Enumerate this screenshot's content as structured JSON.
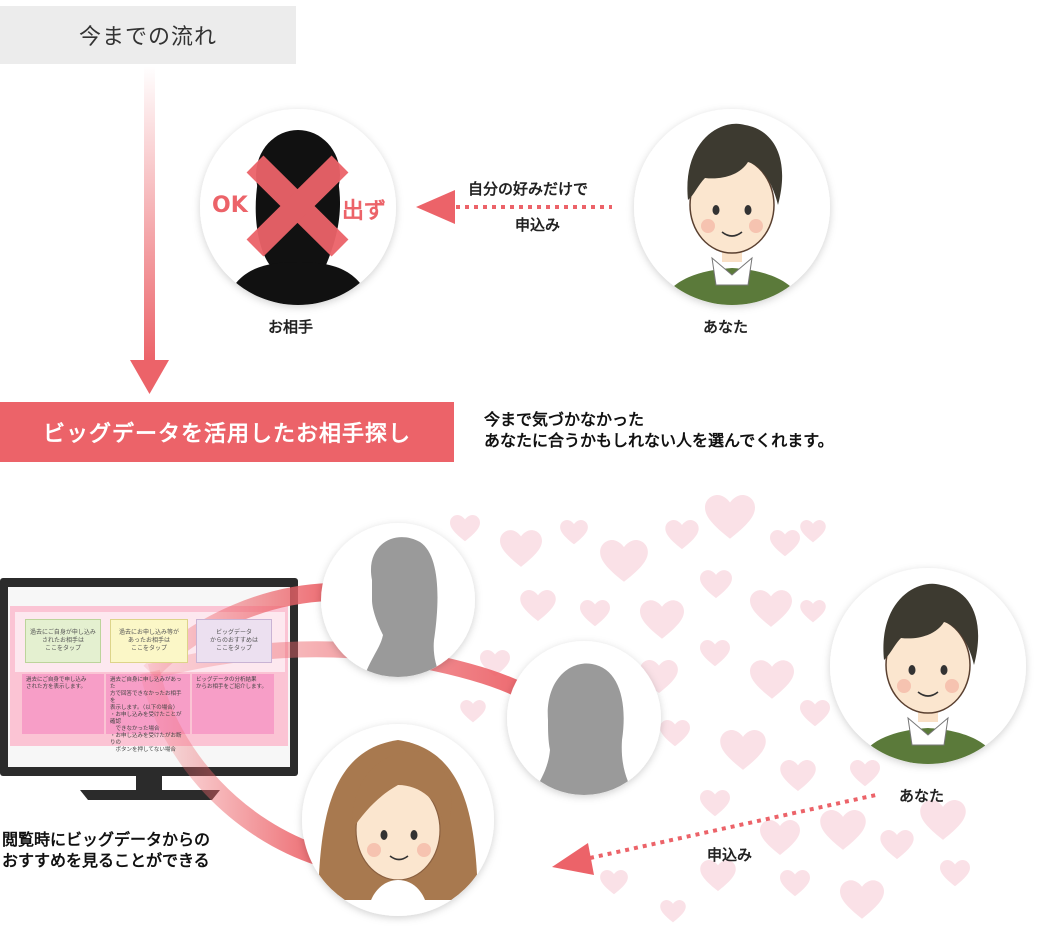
{
  "flow_label": "今までの流れ",
  "top": {
    "partner_label": "お相手",
    "ok_left": "OK",
    "ok_right": "出ず",
    "arrow_line1": "自分の好みだけで",
    "arrow_line2": "申込み",
    "you_label": "あなた"
  },
  "banner": "ビッグデータを活用したお相手探し",
  "description": {
    "line1": "今まで気づかなかった",
    "line2": "あなたに合うかもしれない人を選んでくれます。"
  },
  "bottom": {
    "viewing_line1": "閲覧時にビッグデータからの",
    "viewing_line2": "おすすめを見ることができる",
    "you_label": "あなた",
    "apply_label": "申込み"
  },
  "monitor": {
    "card1": [
      "過去にご自身が申し込み",
      "されたお相手は",
      "ここをタップ"
    ],
    "card2": [
      "過去にお申し込み等が",
      "あったお相手は",
      "ここをタップ"
    ],
    "card3": [
      "ビッグデータ",
      "からのおすすめは",
      "ここをタップ"
    ],
    "pink1": [
      "過去にご自身で申し込み",
      "された方を表示します。"
    ],
    "pink2": [
      "過去ご自身に申し込みがあった",
      "方で回答できなかったお相手を",
      "表示します。（以下の場合）",
      "・お申し込みを受けたことが確認",
      "　できなかった場合",
      "・お申し込みを受けたがお断りの",
      "　ボタンを押してない場合"
    ],
    "pink3": [
      "ビッグデータの分析結果",
      "からお相手をご紹介します。"
    ]
  },
  "colors": {
    "accent": "#ec6369",
    "label_bg": "#ececec",
    "card_green": "#e4f0d0",
    "card_yellow": "#fbf7c7",
    "card_purple": "#ece0f0",
    "pink_panel": "#f79ec7"
  }
}
